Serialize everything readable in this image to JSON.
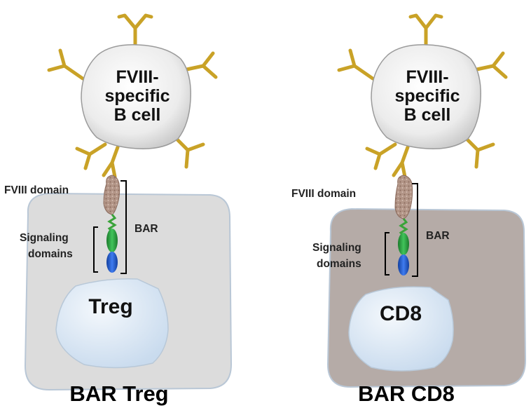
{
  "panels": [
    {
      "id": "treg",
      "bcell_lines": [
        "FVIII-",
        "specific",
        "B cell"
      ],
      "fviii_domain_label": "FVIII domain",
      "signaling_lines": [
        "Signaling",
        "domains"
      ],
      "bar_label": "BAR",
      "nucleus_label": "Treg",
      "caption": "BAR Treg",
      "cell_fill": "#dcdcdc"
    },
    {
      "id": "cd8",
      "bcell_lines": [
        "FVIII-",
        "specific",
        "B cell"
      ],
      "fviii_domain_label": "FVIII domain",
      "signaling_lines": [
        "Signaling",
        "domains"
      ],
      "bar_label": "BAR",
      "nucleus_label": "CD8",
      "caption": "BAR CD8",
      "cell_fill": "#b5aba7"
    }
  ],
  "colors": {
    "antibody": "#c9a227",
    "b_cell": "#ececec",
    "nucleus": "#dbe7f3",
    "fviii_domain": "#a88a7c",
    "signaling_green": "#2ea043",
    "signaling_blue": "#1f5bd6",
    "linker": "#3aa33a"
  }
}
